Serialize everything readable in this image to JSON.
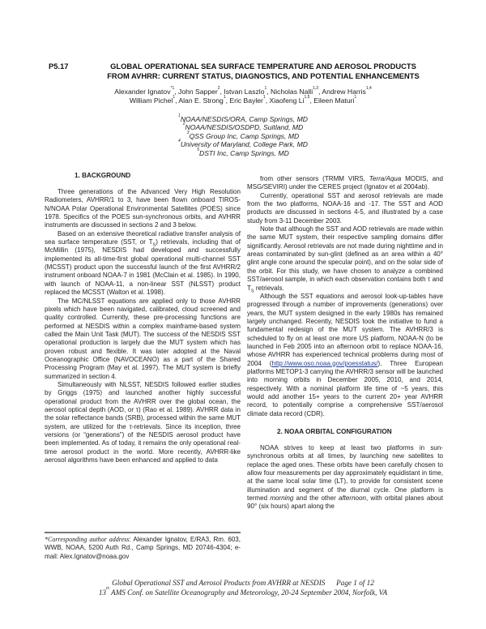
{
  "header": {
    "paper_id": "P5.17",
    "title_line1": "GLOBAL OPERATIONAL SEA SURFACE TEMPERATURE AND AEROSOL PRODUCTS",
    "title_line2": "FROM AVHRR:  CURRENT STATUS, DIAGNOSTICS, AND POTENTIAL ENHANCEMENTS",
    "authors": [
      [
        {
          "t": "Alexander Ignatov"
        },
        {
          "t": "*1",
          "sup": true
        },
        {
          "t": ", John Sapper"
        },
        {
          "t": "2",
          "sup": true
        },
        {
          "t": ", Istvan Laszlo"
        },
        {
          "t": "1",
          "sup": true
        },
        {
          "t": ", Nicholas Nalli"
        },
        {
          "t": "1,3",
          "sup": true
        },
        {
          "t": ", Andrew Harris"
        },
        {
          "t": "1,4",
          "sup": true
        }
      ],
      [
        {
          "t": "William Pichel"
        },
        {
          "t": "1",
          "sup": true
        },
        {
          "t": ", Alan E. Strong"
        },
        {
          "t": "1",
          "sup": true
        },
        {
          "t": ", Eric Bayler"
        },
        {
          "t": "1",
          "sup": true
        },
        {
          "t": ", Xiaofeng Li"
        },
        {
          "t": "1,5",
          "sup": true
        },
        {
          "t": ", Eileen Maturi"
        },
        {
          "t": "1",
          "sup": true
        }
      ]
    ],
    "affiliations": [
      {
        "n": "1",
        "t": "NOAA/NESDIS/ORA, Camp Springs, MD"
      },
      {
        "n": "2",
        "t": "NOAA/NESDIS/OSDPD, Suitland, MD"
      },
      {
        "n": "3",
        "t": "QSS Group Inc, Camp Springs, MD"
      },
      {
        "n": "4",
        "t": "University of Maryland, College Park, MD"
      },
      {
        "n": "5",
        "t": "DSTI Inc, Camp Springs, MD"
      }
    ]
  },
  "left_column": {
    "heading": "1.    BACKGROUND",
    "paragraphs": [
      [
        {
          "t": "Three generations of the Advanced Very High Resolution Radiometers, AVHRR/1 to 3, have been flown onboard TIROS-N/NOAA Polar Operational Environmental Satellites (POES) since 1978. Specifics of the POES sun-synchronous orbits, and AVHRR instruments are discussed in sections 2 and 3 below."
        }
      ],
      [
        {
          "t": "Based on an extensive theoretical radiative transfer analysis of sea surface temperature (SST, or T"
        },
        {
          "t": "S",
          "sub": true
        },
        {
          "t": ") retrievals, including that of McMillin (1975), NESDIS had developed and successfully implemented its all-time-first global operational multi-channel SST (MCSST) product upon the successful launch of the first AVHRR/2 instrument onboard NOAA-7 in 1981 (McClain et al. 1985). In 1990, with launch of NOAA-11, a non-linear SST (NLSST) product replaced the MCSST (Walton et al. 1998)."
        }
      ],
      [
        {
          "t": "The MC/NLSST equations are applied only to those AVHRR pixels which have been navigated, calibrated, cloud screened and quality controlled. Currently, these pre-processing functions are performed at NESDIS within a complex mainframe-based system called the Main Unit Task (MUT). The success of the NESDIS SST operational production is largely due the MUT system which has proven robust and flexible. It was later adopted at the Naval Oceanographic Office (NAVOCEANO) as a part of the Shared Processing Program (May et al. 1997). The MUT system is briefly summarized in section 4."
        }
      ],
      [
        {
          "t": "Simultaneously with NLSST, NESDIS followed earlier studies by Griggs (1975) and launched another highly successful operational product from the AVHRR over the global ocean, the aerosol optical depth (AOD, or τ) (Rao et al. 1989). AVHRR data in the solar reflectance bands (SRB), processed within the same MUT system, are utilized for the τ-retrievals. Since its inception, three versions (or “generations”) of the NESDIS aerosol product have been implemented. As of today, it remains the only operational real-time aerosol product in the world. More recently, AVHRR-like aerosol algorithms have been enhanced and applied to data"
        }
      ]
    ]
  },
  "footnote": [
    {
      "t": "*Corresponding author address",
      "i": true
    },
    {
      "t": ": Alexander Ignatov, E/RA3, Rm. 603, WWB, NOAA, 5200 Auth Rd., Camp Springs, MD 20746-4304; e-mail: Alex.Ignatov@noaa.gov"
    }
  ],
  "right_column": {
    "paragraphs_top": [
      [
        {
          "t": "from other sensors (TRMM VIRS, "
        },
        {
          "t": "Terra/Aqua",
          "i": true
        },
        {
          "t": " MODIS, and MSG/SEVIRI) under the CERES project (Ignatov et al 2004ab)."
        }
      ],
      [
        {
          "t": "Currently, operational SST and aerosol retrievals are made from the two platforms, NOAA-16 and -17. The SST and AOD products are discussed in sections 4-5, and illustrated by a case study from 3-11 December 2003."
        }
      ],
      [
        {
          "t": "Note that although the SST and AOD retrievals are made within the same MUT system, their respective sampling domains differ significantly. Aerosol retrievals are not made during nighttime and in areas contaminated by sun-glint (defined as an area within a 40° glint angle cone around the specular point), and on the solar side of the orbit. For this study, we have chosen to analyze a combined SST/aerosol sample, in which each observation contains both τ and T"
        },
        {
          "t": "S",
          "sub": true
        },
        {
          "t": " retrievals."
        }
      ],
      [
        {
          "t": "Although the SST equations and aerosol look-up-tables have progressed through a number of improvements (generations) over years, the MUT system designed in the early 1980s has remained largely unchanged. Recently, NESDIS took the initiative to fund a fundamental redesign of the MUT system. The AVHRR/3 is scheduled to fly on at least one more US platform, NOAA-N (to be launched in Feb 2005 into an afternoon orbit to replace NOAA-16, whose AVHRR has experienced technical problems during most of 2004 ("
        },
        {
          "t": "http://www.oso.noaa.gov/poesstatus/",
          "link": true
        },
        {
          "t": "). Three European platforms METOP1-3 carrying the AVHRR/3 sensor will be launched into morning orbits in December 2005, 2010, and 2014, respectively. With a nominal platform life time of ~5 years, this would add another 15+ years to the current 20+ year AVHRR record, to potentially comprise a comprehensive SST/aerosol climate data record (CDR)."
        }
      ]
    ],
    "heading2": "2.    NOAA ORBITAL CONFIGURATION",
    "paragraphs_bottom": [
      [
        {
          "t": "NOAA strives to keep at least two platforms in sun-synchronous orbits at all times, by launching new satellites to replace the aged ones. These orbits have been carefully chosen to allow four measurements per day approximately equidistant in time, at the same local solar time (LT), to provide for consistent scene illumination and segment of the diurnal cycle. One platform is termed "
        },
        {
          "t": "morning",
          "i": true
        },
        {
          "t": " and the other "
        },
        {
          "t": "afternoon",
          "i": true
        },
        {
          "t": ", with orbital planes about 90° (six hours) apart along the"
        }
      ]
    ]
  },
  "footer": {
    "line1": "Global Operational SST and Aerosol Products from AVHRR at NESDIS",
    "page": "Page 1 of 12",
    "line2_pre": "13",
    "line2_sup": "th",
    "line2_post": " AMS Conf. on Satellite Oceanography and Meteorology, 20-24 September 2004, Norfolk, VA"
  }
}
